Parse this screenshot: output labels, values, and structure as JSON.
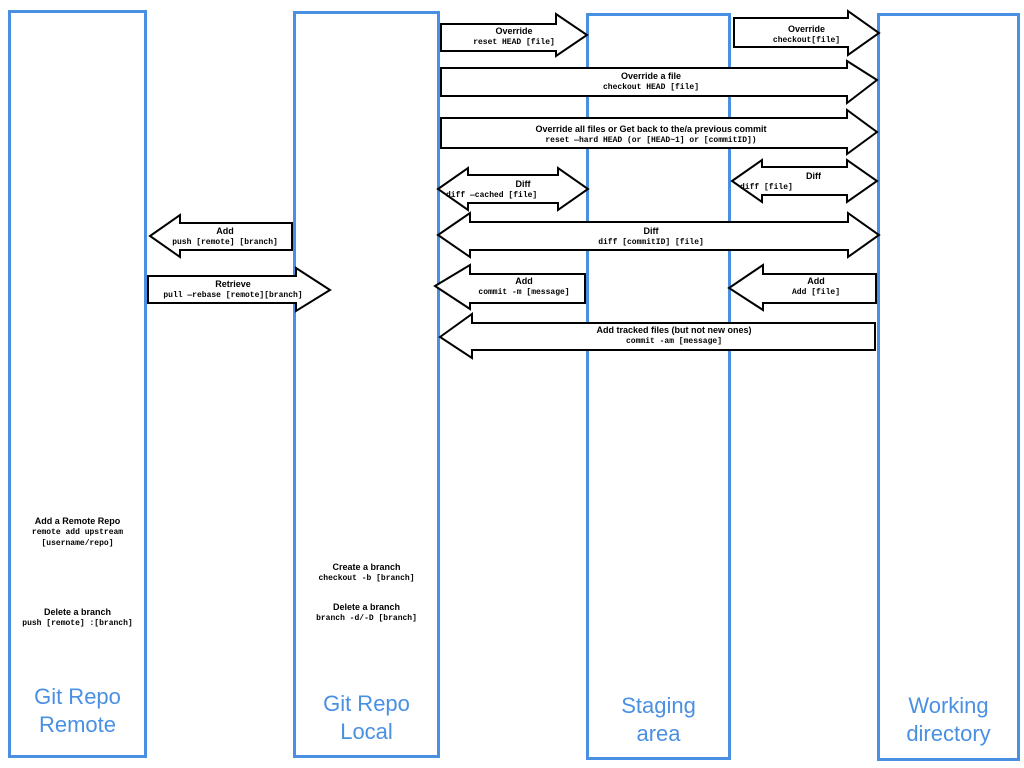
{
  "columns": {
    "remote": {
      "title_line1": "Git Repo",
      "title_line2": "Remote"
    },
    "local": {
      "title_line1": "Git Repo",
      "title_line2": "Local"
    },
    "staging": {
      "title_line1": "Staging",
      "title_line2": "area"
    },
    "working": {
      "title_line1": "Working",
      "title_line2": "directory"
    }
  },
  "accent_color": "#4a90e2",
  "arrows": {
    "reset_head_file": {
      "title": "Override",
      "command": "reset HEAD [file]"
    },
    "checkout_file": {
      "title": "Override",
      "command": "checkout[file]"
    },
    "checkout_head_file": {
      "title": "Override a file",
      "command": "checkout HEAD [file]"
    },
    "reset_hard": {
      "title": "Override all files or Get back to the/a previous commit",
      "command": "reset —hard HEAD (or [HEAD~1] or [commitID])"
    },
    "diff_cached": {
      "title": "Diff",
      "command": "diff —cached [file]"
    },
    "diff_file": {
      "title": "Diff",
      "command": "diff [file]"
    },
    "push": {
      "title": "Add",
      "command": "push [remote] [branch]"
    },
    "diff_commit": {
      "title": "Diff",
      "command": "diff [commitID] [file]"
    },
    "pull": {
      "title": "Retrieve",
      "command": "pull —rebase [remote][branch]"
    },
    "commit": {
      "title": "Add",
      "command": "commit -m [message]"
    },
    "add_file": {
      "title": "Add",
      "command": "Add [file]"
    },
    "commit_am": {
      "title": "Add tracked files (but not new ones)",
      "command": "commit -am [message]"
    }
  },
  "notes": {
    "add_remote": {
      "title": "Add a Remote Repo",
      "command_line1": "remote add upstream",
      "command_line2": "[username/repo]"
    },
    "delete_remote": {
      "title": "Delete a branch",
      "command": "push [remote] :[branch]"
    },
    "create_branch": {
      "title": "Create a branch",
      "command": "checkout -b [branch]"
    },
    "delete_branch": {
      "title": "Delete a branch",
      "command": "branch -d/-D [branch]"
    }
  }
}
